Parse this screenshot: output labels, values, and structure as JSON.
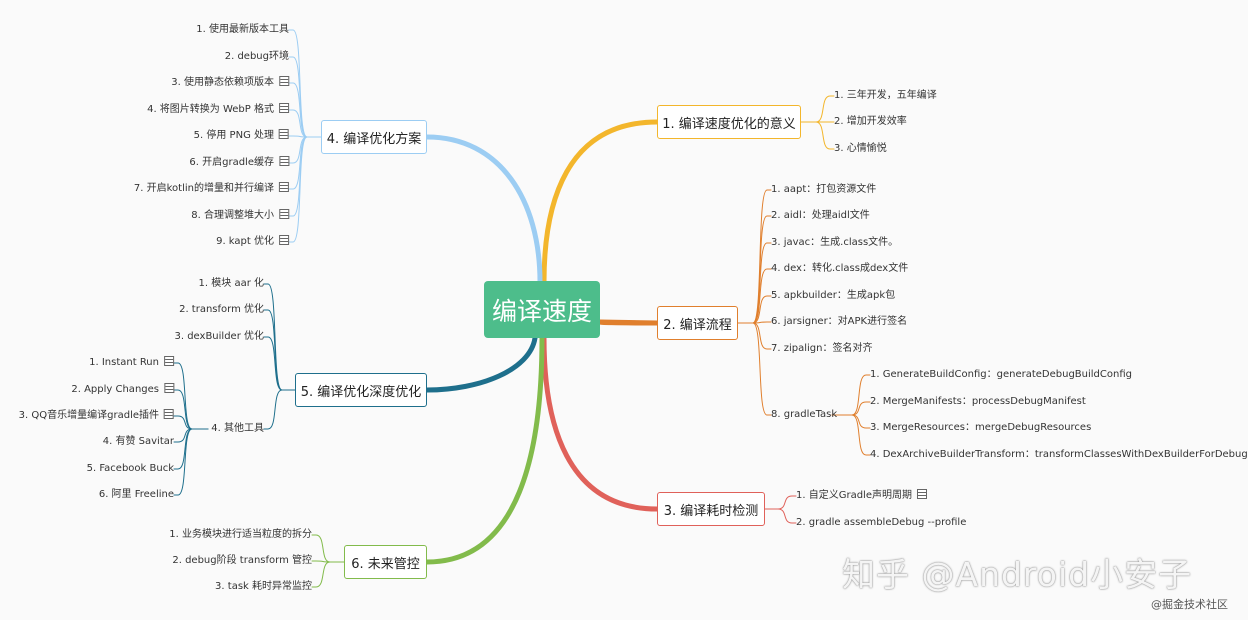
{
  "center": {
    "title": "编译速度"
  },
  "branches": {
    "b1": {
      "label": "1. 编译速度优化的意义",
      "color": "#f3b62c",
      "items": [
        "1. 三年开发，五年编译",
        "2. 增加开发效率",
        "3. 心情愉悦"
      ]
    },
    "b2": {
      "label": "2. 编译流程",
      "color": "#e07f2d",
      "items": [
        "1. aapt：打包资源文件",
        "2. aidl：处理aidl文件",
        "3. javac：生成.class文件。",
        "4. dex：转化.class成dex文件",
        "5. apkbuilder：生成apk包",
        "6. jarsigner：对APK进行签名",
        "7. zipalign：签名对齐",
        "8. gradleTask"
      ],
      "gradle_items": [
        "1. GenerateBuildConfig：generateDebugBuildConfig",
        "2. MergeManifests：processDebugManifest",
        "3. MergeResources：mergeDebugResources",
        "4. DexArchiveBuilderTransform：transformClassesWithDexBuilderForDebug"
      ]
    },
    "b3": {
      "label": "3. 编译耗时检测",
      "color": "#e0615a",
      "items": [
        "1. 自定义Gradle声明周期",
        "2. gradle assembleDebug --profile"
      ]
    },
    "b4": {
      "label": "4. 编译优化方案",
      "color": "#9ccdf3",
      "items": [
        "1. 使用最新版本工具",
        "2. debug环境",
        "3. 使用静态依赖项版本",
        "4. 将图片转换为 WebP 格式",
        "5. 停用 PNG 处理",
        "6. 开启gradle缓存",
        "7. 开启kotlin的增量和并行编译",
        "8. 合理调整堆大小",
        "9. kapt 优化"
      ]
    },
    "b5": {
      "label": "5. 编译优化深度优化",
      "color": "#1e6f8c",
      "items": [
        "1. 模块 aar 化",
        "2. transform 优化",
        "3. dexBuilder 优化",
        "4. 其他工具"
      ],
      "tools": [
        "1. Instant Run",
        "2.  Apply Changes",
        "3. QQ音乐增量编译gradle插件",
        "4. 有赞 Savitar",
        "5. Facebook Buck",
        "6. 阿里 Freeline"
      ]
    },
    "b6": {
      "label": "6. 未来管控",
      "color": "#82bb4b",
      "items": [
        "1. 业务模块进行适当粒度的拆分",
        "2. debug阶段 transform 管控",
        "3. task 耗时异常监控"
      ]
    }
  },
  "watermark": {
    "main": "知乎 @Android小安子",
    "sub": "@掘金技术社区"
  }
}
